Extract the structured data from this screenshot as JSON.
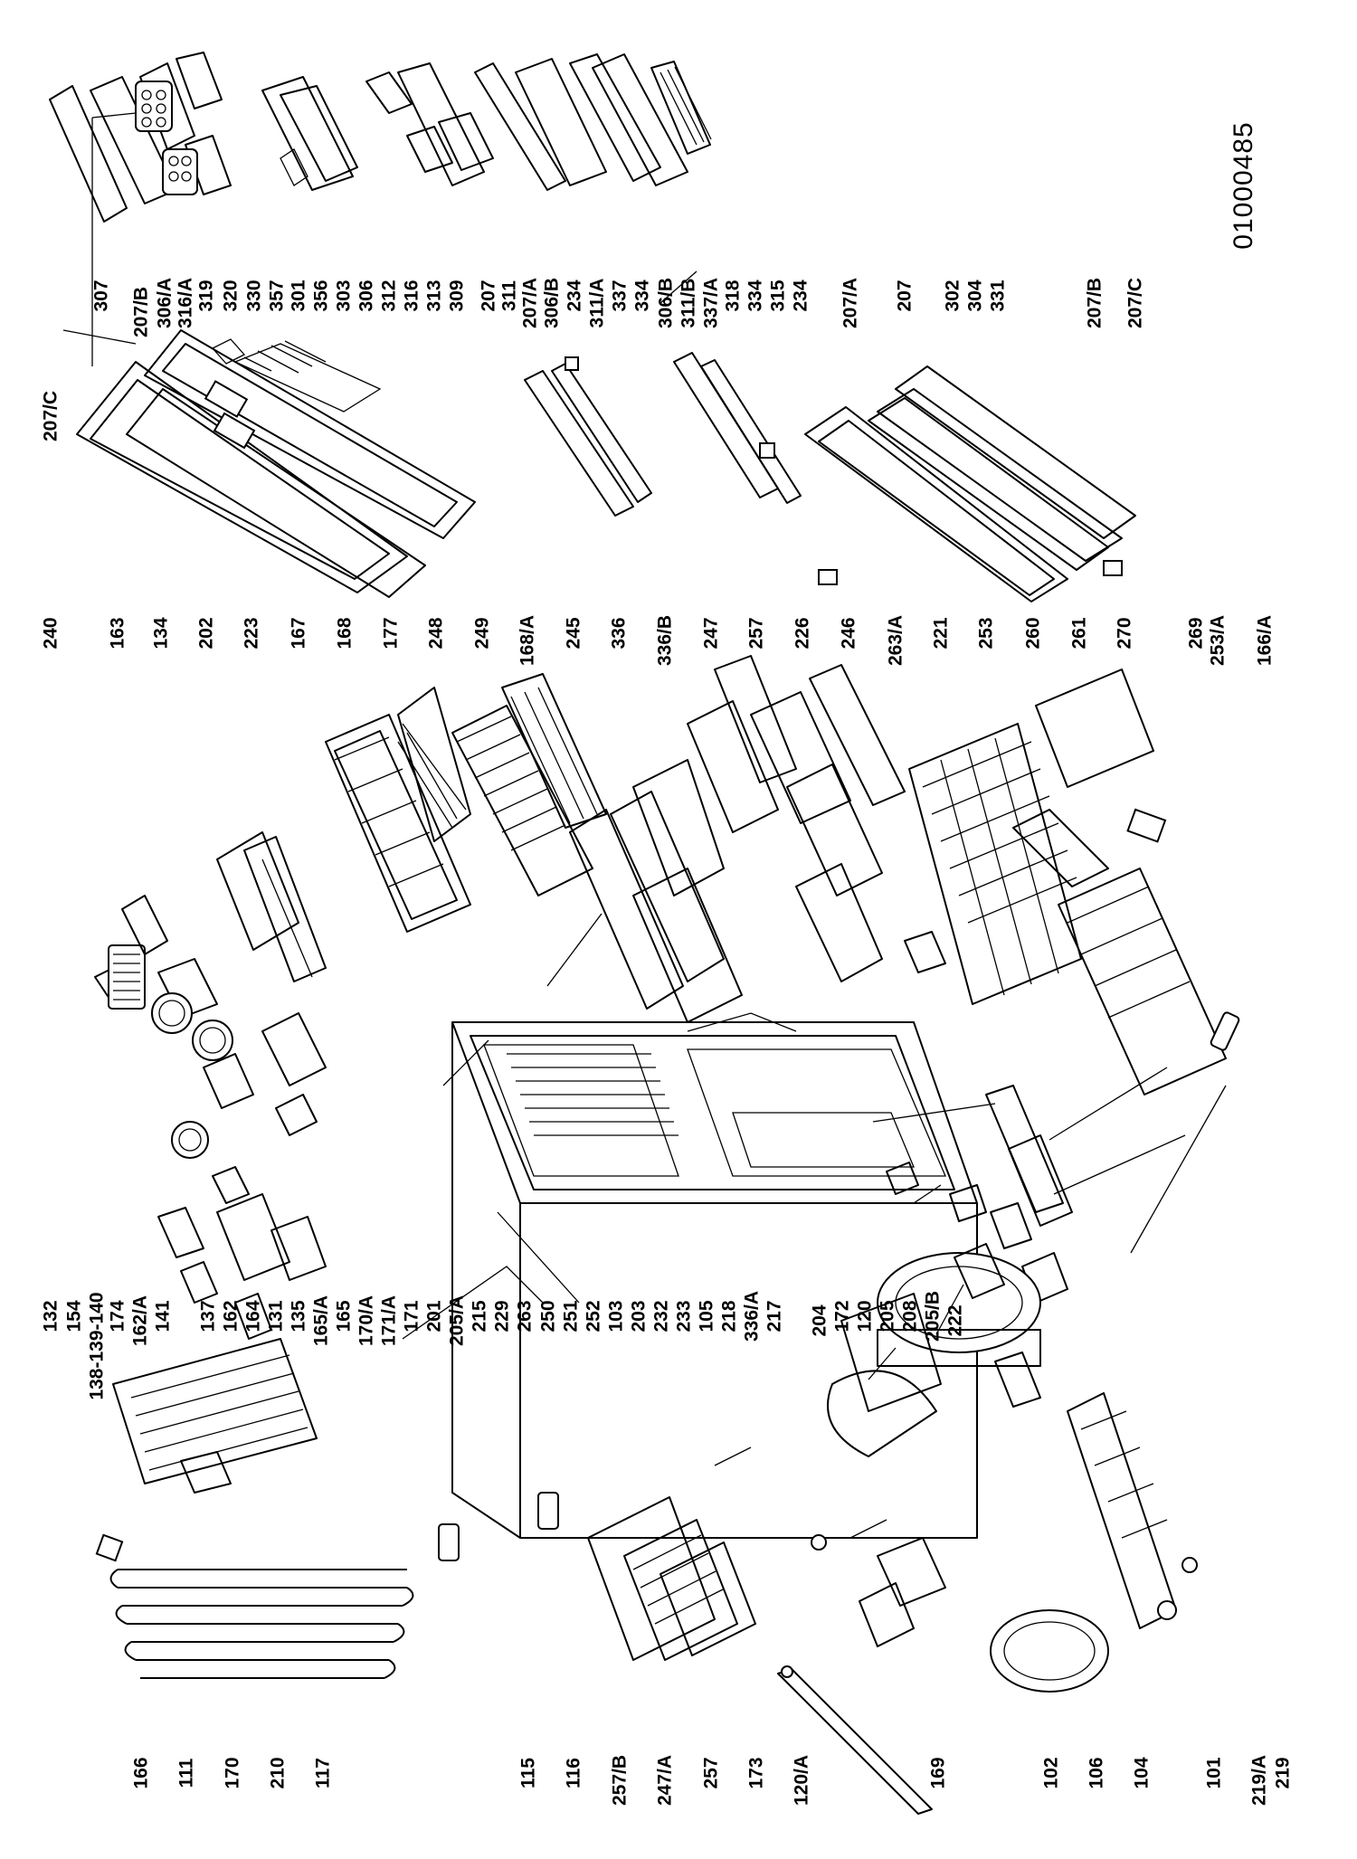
{
  "document_number": "01000485",
  "callouts": {
    "top_row": [
      "207/C",
      "207/B",
      "306/A",
      "316/A",
      "319",
      "320",
      "330",
      "357",
      "301",
      "356",
      "303",
      "306",
      "312",
      "316",
      "313",
      "309",
      "207",
      "311",
      "207/A",
      "306/B",
      "234",
      "311/A",
      "337",
      "334",
      "306/B",
      "311/B",
      "337/A",
      "318",
      "334",
      "315",
      "234",
      "207/A",
      "207",
      "302",
      "304",
      "331",
      "207/B",
      "207/C"
    ],
    "upper_left": [
      "307"
    ],
    "middle_row": [
      "240",
      "163",
      "134",
      "202",
      "223",
      "167",
      "168",
      "177",
      "248",
      "249",
      "168/A",
      "245",
      "336",
      "336/B",
      "247",
      "257",
      "226",
      "246",
      "263/A",
      "221",
      "253",
      "260",
      "261",
      "270",
      "269",
      "253/A",
      "166/A"
    ],
    "lower_middle_row": [
      "132",
      "154",
      "138-139-140",
      "174",
      "162/A",
      "141",
      "137",
      "162",
      "164",
      "131",
      "135",
      "165/A",
      "165",
      "170/A",
      "171/A",
      "171",
      "201",
      "205/A",
      "215",
      "229",
      "263",
      "250",
      "251",
      "252",
      "103",
      "203",
      "232",
      "233",
      "105",
      "218",
      "336/A",
      "217",
      "204",
      "172",
      "120",
      "205",
      "208",
      "205/B",
      "222"
    ],
    "bottom_row": [
      "166",
      "111",
      "170",
      "210",
      "117",
      "115",
      "116",
      "257/B",
      "247/A",
      "257",
      "173",
      "120/A",
      "169",
      "102",
      "106",
      "104",
      "101",
      "219/A",
      "219"
    ]
  }
}
